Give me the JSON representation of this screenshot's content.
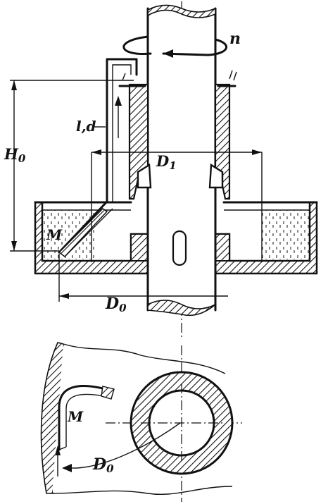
{
  "labels": {
    "rotation": "n",
    "head_height": "H",
    "head_height_sub": "0",
    "tube_dims": "l,d",
    "inner_diameter": "D",
    "inner_diameter_sub": "1",
    "outer_diameter": "D",
    "outer_diameter_sub": "0",
    "inlet_point": "M",
    "plan_inlet_point": "M",
    "plan_diameter": "D",
    "plan_diameter_sub": "0"
  }
}
